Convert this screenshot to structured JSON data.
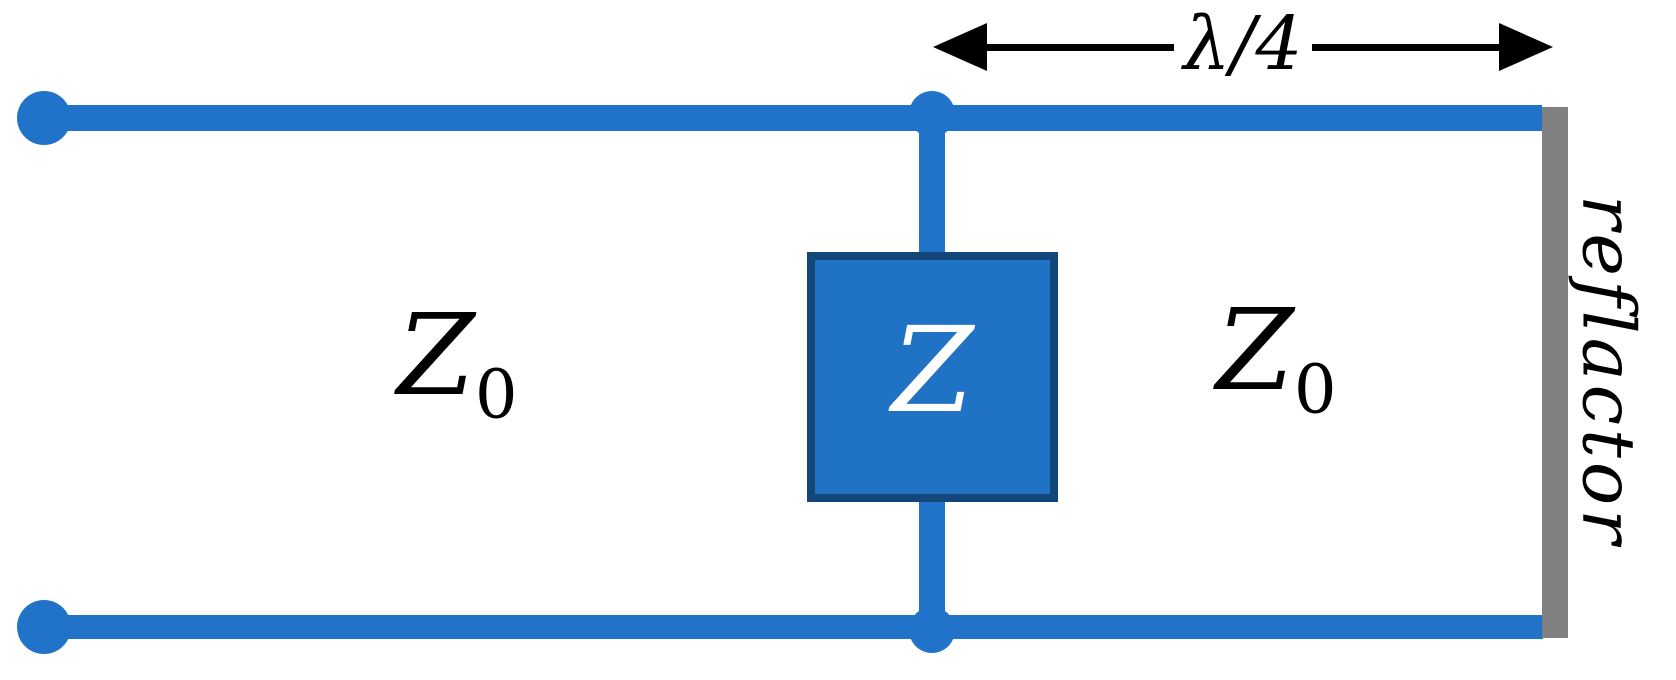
{
  "diagram": {
    "impedance_labels": {
      "left": {
        "base": "Z",
        "sub": "0"
      },
      "right": {
        "base": "Z",
        "sub": "0"
      }
    },
    "shunt_box": {
      "label": "Z"
    },
    "dimension_arrow": {
      "label": "λ/4"
    },
    "reflector": {
      "label": "reflactor"
    },
    "colors": {
      "line_blue": "#2173C9",
      "box_fill": "#1F72C4",
      "box_border": "#134679",
      "box_text": "#FFFFFF",
      "reflector_gray": "#808080",
      "arrow_black": "#000000",
      "label_black": "#000000",
      "background": "#FFFFFF"
    }
  }
}
